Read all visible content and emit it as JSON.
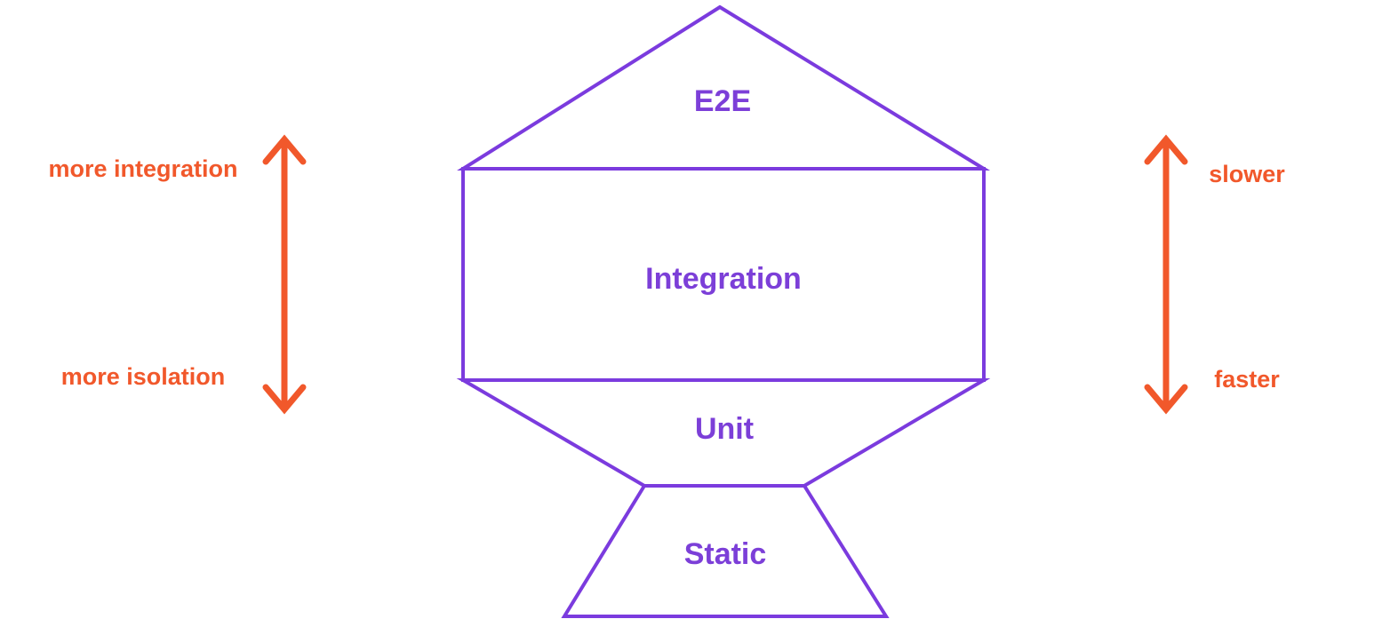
{
  "diagram": {
    "background_color": "#ffffff",
    "shape_outline_color": "#7b3bde",
    "shape_text_color": "#7c3fd8",
    "arrow_color": "#f1582b",
    "layers": {
      "e2e": "E2E",
      "integration": "Integration",
      "unit": "Unit",
      "static": "Static"
    },
    "left_scale": {
      "top": "more integration",
      "bottom": "more isolation"
    },
    "right_scale": {
      "top": "slower",
      "bottom": "faster"
    }
  }
}
